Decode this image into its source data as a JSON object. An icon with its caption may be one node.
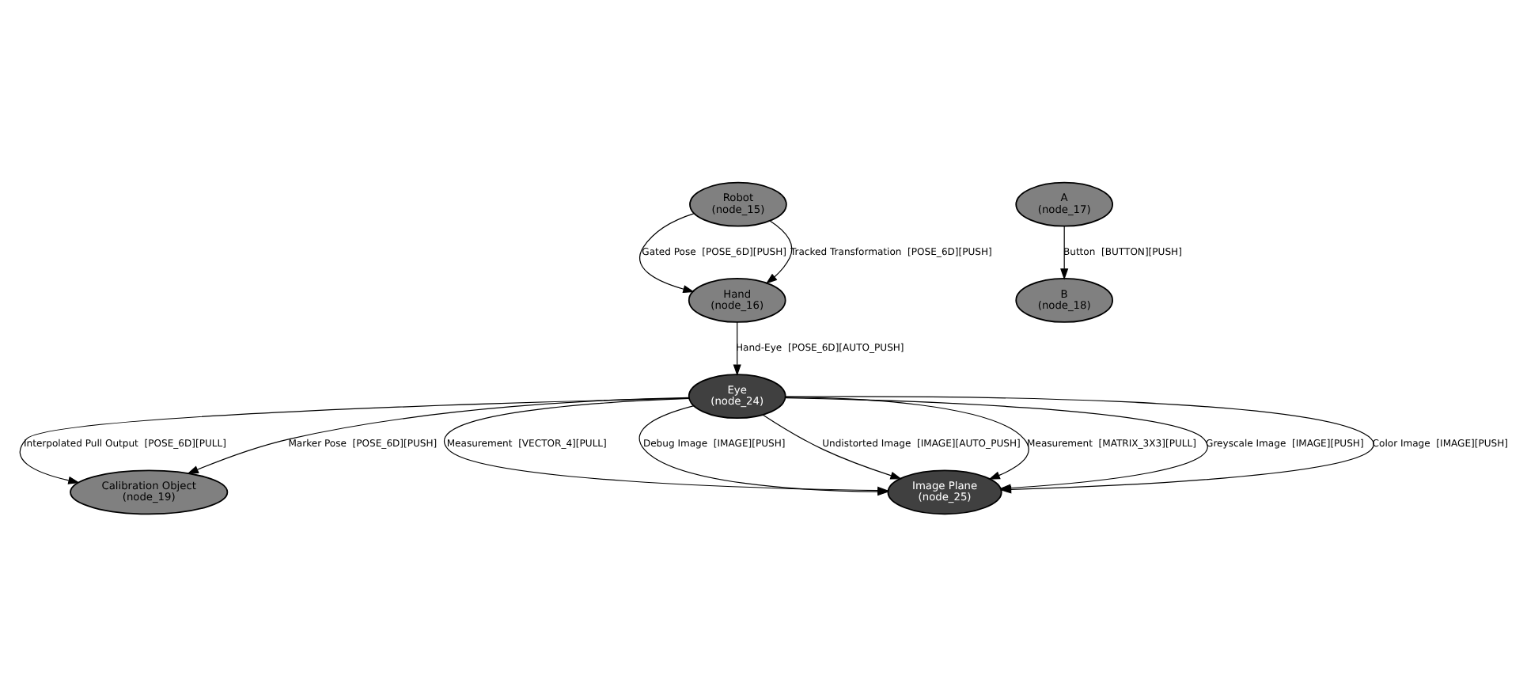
{
  "diagram": {
    "nodes": [
      {
        "text": [
          "Robot",
          "(node_15)"
        ]
      },
      {
        "text": [
          "Hand",
          "(node_16)"
        ]
      },
      {
        "text": [
          "A",
          "(node_17)"
        ]
      },
      {
        "text": [
          "B",
          "(node_18)"
        ]
      },
      {
        "text": [
          "Eye",
          "(node_24)"
        ]
      },
      {
        "text": [
          "Calibration Object",
          "(node_19)"
        ]
      },
      {
        "text": [
          "Image Plane",
          "(node_25)"
        ]
      }
    ],
    "edges": [
      {
        "from": 0,
        "to": 1,
        "arrow": "to",
        "label": "Gated Pose  [POSE_6D][PUSH]"
      },
      {
        "from": 0,
        "to": 1,
        "arrow": "to",
        "label": "Tracked Transformation  [POSE_6D][PUSH]"
      },
      {
        "from": 2,
        "to": 3,
        "arrow": "to",
        "label": "Button  [BUTTON][PUSH]"
      },
      {
        "from": 1,
        "to": 4,
        "arrow": "to",
        "label": "Hand-Eye  [POSE_6D][AUTO_PUSH]"
      },
      {
        "from": 4,
        "to": 5,
        "arrow": "to",
        "label": "Interpolated Pull Output  [POSE_6D][PULL]"
      },
      {
        "from": 4,
        "to": 5,
        "arrow": "to",
        "label": "Marker Pose  [POSE_6D][PUSH]"
      },
      {
        "from": 4,
        "to": 6,
        "arrow": "to",
        "label": "Measurement  [VECTOR_4][PULL]"
      },
      {
        "from": 4,
        "to": 6,
        "arrow": "to",
        "label": "Debug Image  [IMAGE][PUSH]"
      },
      {
        "from": 4,
        "to": 6,
        "arrow": "to",
        "label": "Undistorted Image  [IMAGE][AUTO_PUSH]"
      },
      {
        "from": 4,
        "to": 6,
        "arrow": "to",
        "label": "Measurement  [MATRIX_3X3][PULL]"
      },
      {
        "from": 4,
        "to": 6,
        "arrow": "to",
        "label": "Greyscale Image  [IMAGE][PUSH]"
      },
      {
        "from": 4,
        "to": 6,
        "arrow": "to",
        "label": "Color Image  [IMAGE][PUSH]"
      }
    ]
  }
}
